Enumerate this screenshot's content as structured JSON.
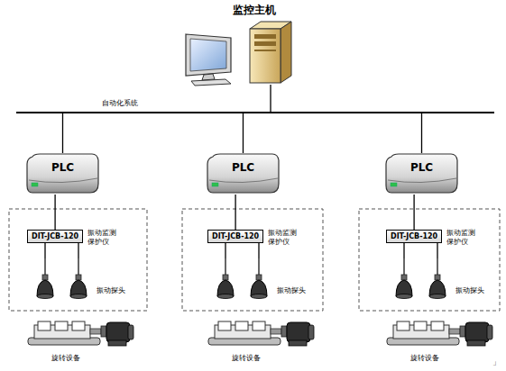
{
  "diagram": {
    "nodes": [
      {
        "text": [
          "监控主机"
        ]
      },
      {
        "text": [
          "自动化系统"
        ]
      },
      {
        "text": [
          "PLC"
        ]
      },
      {
        "text": [
          "DIT-JCB-120",
          "振动监测保护仪"
        ]
      },
      {
        "text": [
          "振动探头"
        ]
      },
      {
        "text": [
          "旋转设备"
        ]
      },
      {
        "text": [
          "PLC"
        ]
      },
      {
        "text": [
          "DIT-JCB-120",
          "振动监测保护仪"
        ]
      },
      {
        "text": [
          "振动探头"
        ]
      },
      {
        "text": [
          "旋转设备"
        ]
      },
      {
        "text": [
          "PLC"
        ]
      },
      {
        "text": [
          "DIT-JCB-120",
          "振动监测保护仪"
        ]
      },
      {
        "text": [
          "振动探头"
        ]
      },
      {
        "text": [
          "旋转设备"
        ]
      }
    ],
    "edges": [
      {
        "from": 0,
        "to": 1,
        "arrow": "none"
      },
      {
        "from": 2,
        "to": 1,
        "arrow": "none"
      },
      {
        "from": 2,
        "to": 3,
        "arrow": "none"
      },
      {
        "from": 3,
        "to": 4,
        "arrow": "none"
      },
      {
        "from": 6,
        "to": 1,
        "arrow": "none"
      },
      {
        "from": 6,
        "to": 7,
        "arrow": "none"
      },
      {
        "from": 7,
        "to": 8,
        "arrow": "none"
      },
      {
        "from": 10,
        "to": 1,
        "arrow": "none"
      },
      {
        "from": 10,
        "to": 11,
        "arrow": "none"
      },
      {
        "from": 11,
        "to": 12,
        "arrow": "none"
      }
    ],
    "labels": [
      "」"
    ]
  }
}
